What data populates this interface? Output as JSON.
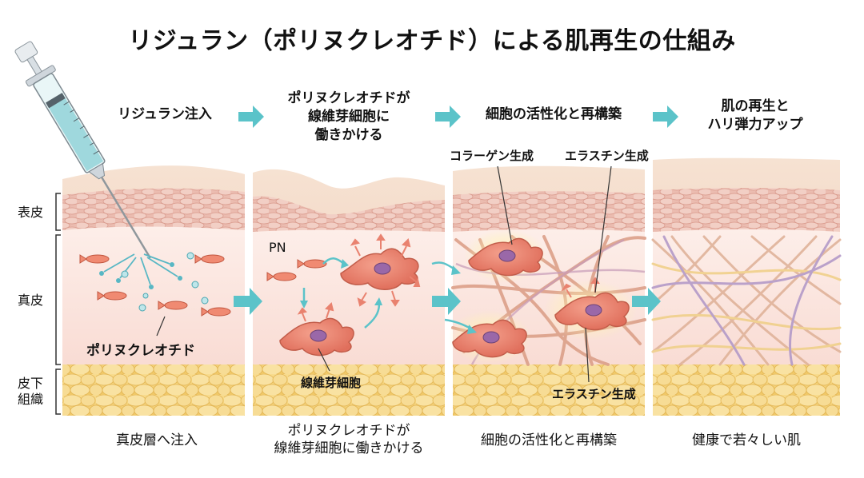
{
  "title": "リジュラン（ポリヌクレオチド）による肌再生の仕組み",
  "steps": [
    {
      "line1": "リジュラン注入",
      "line2": "",
      "line3": ""
    },
    {
      "line1": "ポリヌクレオチドが",
      "line2": "線維芽細胞に",
      "line3": "働きかける"
    },
    {
      "line1": "細胞の活性化と再構築",
      "line2": "",
      "line3": ""
    },
    {
      "line1": "肌の再生と",
      "line2": "ハリ弾力アップ",
      "line3": ""
    }
  ],
  "layers": {
    "epidermis": "表皮",
    "dermis": "真皮",
    "subcutis_1": "皮下",
    "subcutis_2": "組織"
  },
  "labels": {
    "polynucleotide": "ポリヌクレオチド",
    "pn": "PN",
    "fibroblast": "線維芽細胞",
    "collagen": "コラーゲン生成",
    "elastin_top": "エラスチン生成",
    "elastin_bottom": "エラスチン生成"
  },
  "captions": [
    {
      "line1": "真皮層へ注入",
      "line2": ""
    },
    {
      "line1": "ポリヌクレオチドが",
      "line2": "線維芽細胞に働きかける"
    },
    {
      "line1": "細胞の活性化と再構築",
      "line2": ""
    },
    {
      "line1": "健康で若々しい肌",
      "line2": ""
    }
  ],
  "colors": {
    "arrow": "#5bc3c9",
    "epidermis": "#e9b9ae",
    "surface": "#f3d7c4",
    "dermis": "#fbe6e0",
    "fat": "#f4d27a",
    "cell": "#e9826f",
    "collagen": "#dfa58f",
    "elastin": "#b59ac9",
    "glow": "#fff3a8"
  }
}
